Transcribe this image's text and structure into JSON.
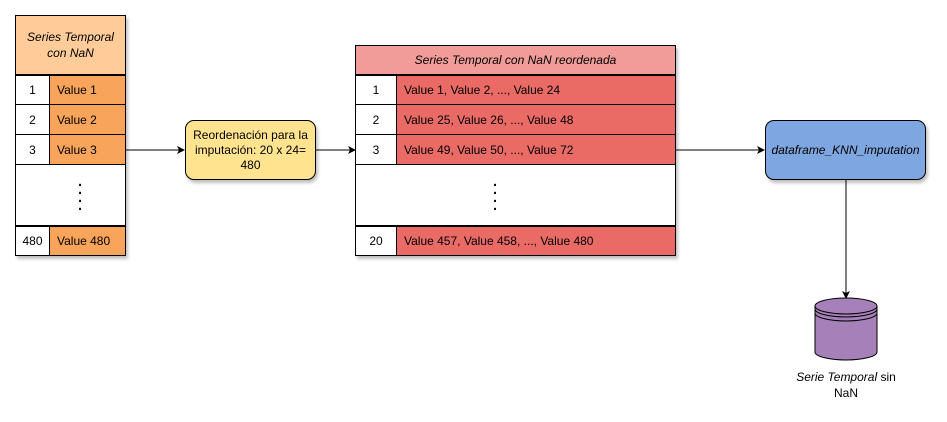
{
  "left_table": {
    "header": [
      "Series Temporal",
      "con NaN"
    ],
    "rows": [
      {
        "index": "1",
        "value": "Value 1"
      },
      {
        "index": "2",
        "value": "Value 2"
      },
      {
        "index": "3",
        "value": "Value 3"
      }
    ],
    "last_row": {
      "index": "480",
      "value": "Value 480"
    }
  },
  "process": {
    "lines": [
      "Reordenación para la",
      "imputación: 20 x 24=",
      "480"
    ]
  },
  "right_table": {
    "header": "Series Temporal con NaN reordenada",
    "rows": [
      {
        "index": "1",
        "value": "Value 1, Value 2, ..., Value 24"
      },
      {
        "index": "2",
        "value": "Value 25, Value 26, ..., Value 48"
      },
      {
        "index": "3",
        "value": "Value 49, Value 50, ..., Value 72"
      }
    ],
    "last_row": {
      "index": "20",
      "value": "Value 457, Value 458, ..., Value 480"
    }
  },
  "knn_box": {
    "label": "dataframe_KNN_imputation"
  },
  "output": {
    "caption_italic": "Serie Temporal",
    "caption_rest": " sin",
    "caption_line2": "NaN"
  },
  "colors": {
    "orange_header": "#ffcc99",
    "orange_cell": "#f8a45a",
    "process_fill": "#ffe38f",
    "red_header": "#f19c99",
    "red_cell": "#ea6b66",
    "knn_fill": "#7ea6e0",
    "database_fill": "#a680b8"
  }
}
